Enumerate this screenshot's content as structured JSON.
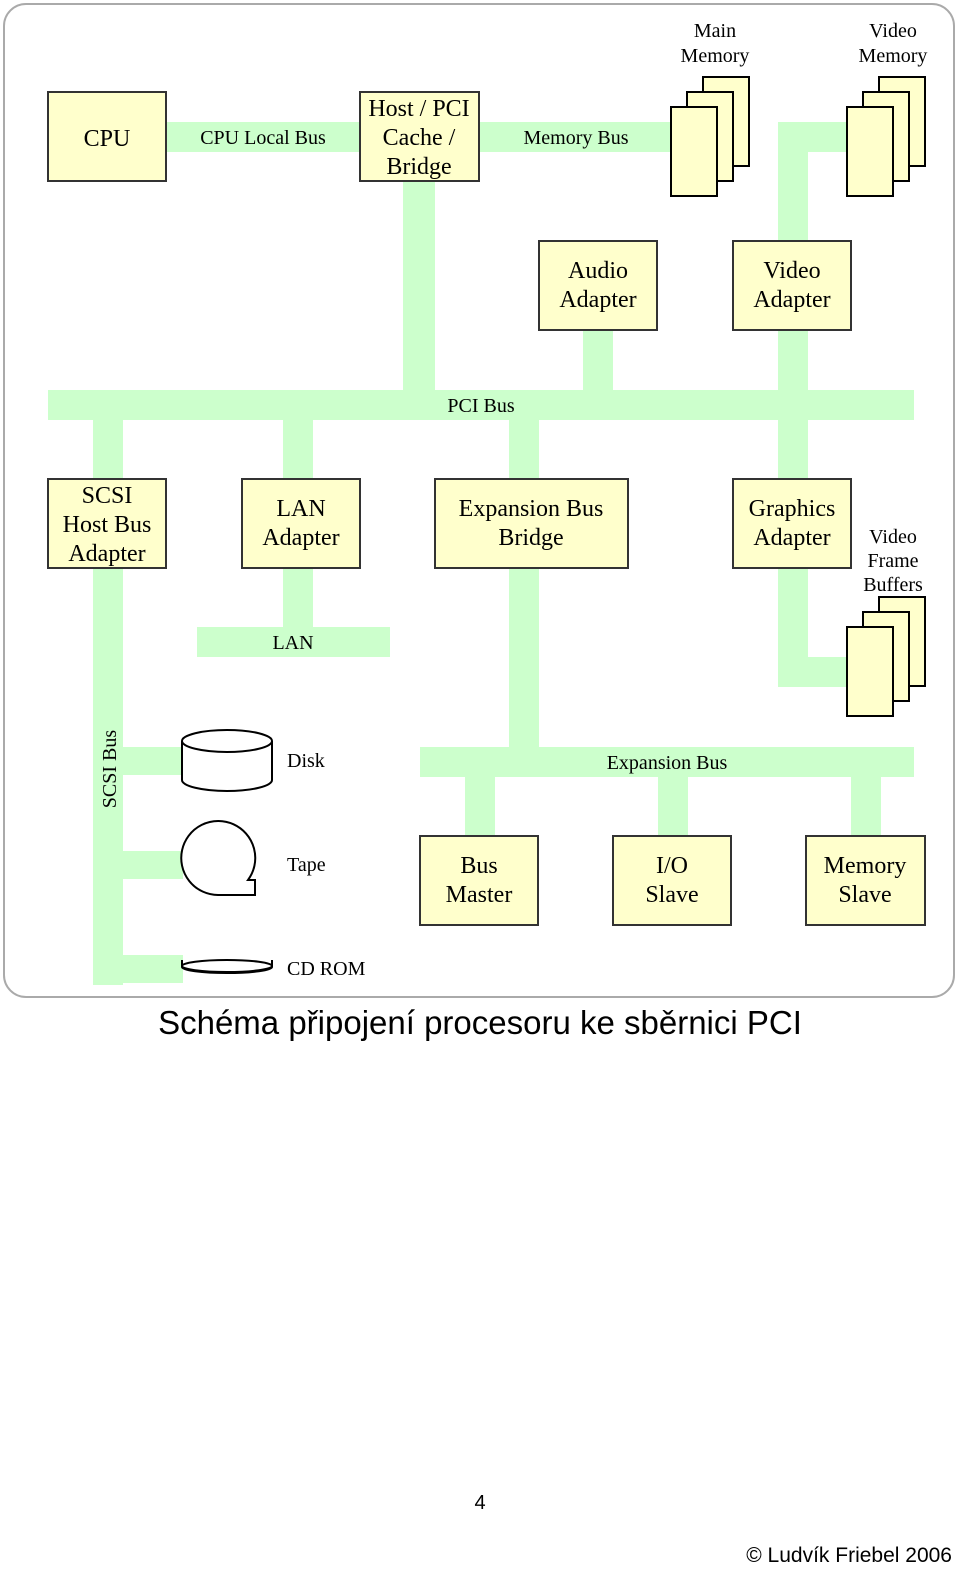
{
  "colors": {
    "bus": "#ccffcc",
    "box_fill": "#ffffcc",
    "box_stroke": "#333333",
    "frame_stroke": "#aaaaaa"
  },
  "diagram": {
    "top_labels": {
      "main_memory": [
        "Main",
        "Memory"
      ],
      "video_memory": [
        "Video",
        "Memory"
      ]
    },
    "boxes": {
      "cpu": [
        "CPU"
      ],
      "host_bridge": [
        "Host / PCI",
        "Cache /",
        "Bridge"
      ],
      "audio": [
        "Audio",
        "Adapter"
      ],
      "video": [
        "Video",
        "Adapter"
      ],
      "scsi": [
        "SCSI",
        "Host Bus",
        "Adapter"
      ],
      "lan": [
        "LAN",
        "Adapter"
      ],
      "exp_bridge": [
        "Expansion Bus",
        "Bridge"
      ],
      "graphics": [
        "Graphics",
        "Adapter"
      ],
      "bus_master": [
        "Bus",
        "Master"
      ],
      "io_slave": [
        "I/O",
        "Slave"
      ],
      "memory_slave": [
        "Memory",
        "Slave"
      ]
    },
    "bus_labels": {
      "cpu_local": "CPU Local Bus",
      "memory": "Memory Bus",
      "pci": "PCI Bus",
      "lan": "LAN",
      "scsi": "SCSI Bus",
      "expansion": "Expansion Bus"
    },
    "frame_buffers": [
      "Video",
      "Frame",
      "Buffers"
    ],
    "devices": {
      "disk": "Disk",
      "tape": "Tape",
      "cdrom": "CD ROM"
    }
  },
  "caption": "Schéma připojení procesoru ke sběrnici PCI",
  "page_number": "4",
  "copyright": "© Ludvík Friebel 2006"
}
